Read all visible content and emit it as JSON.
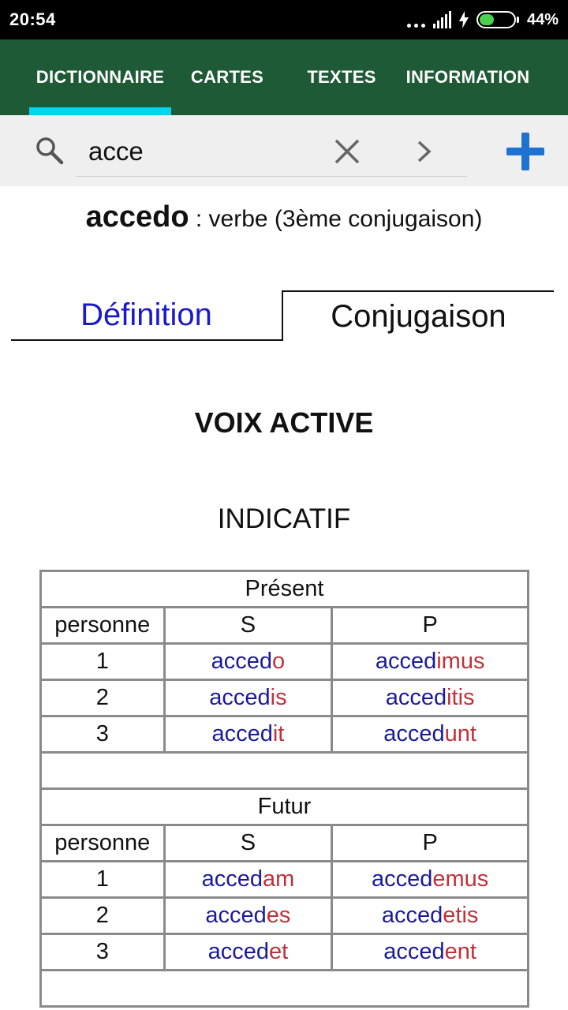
{
  "status_bar": {
    "time": "20:54",
    "battery": "44%",
    "battery_level": 0.44
  },
  "tabs": [
    {
      "label": "DICTIONNAIRE",
      "active": true
    },
    {
      "label": "CARTES"
    },
    {
      "label": "TEXTES"
    },
    {
      "label": "INFORMATION"
    }
  ],
  "colors": {
    "appbar": "#1e5a35",
    "indicator": "#00d5f0",
    "add": "#1e73d2",
    "stem": "#1b1b9a",
    "ending": "#c0313a",
    "tab_link": "#1a1acb"
  },
  "search": {
    "value": "acce"
  },
  "entry": {
    "word": "accedo",
    "info": " : verbe (3ème conjugaison)"
  },
  "content_tabs": {
    "definition": "Définition",
    "conjugaison": "Conjugaison"
  },
  "voice": "VOIX ACTIVE",
  "mood": "INDICATIF",
  "tenses": [
    {
      "name": "Présent",
      "headers": [
        "personne",
        "S",
        "P"
      ],
      "rows": [
        {
          "person": "1",
          "s_stem": "acced",
          "s_end": "o",
          "p_stem": "acced",
          "p_end": "imus"
        },
        {
          "person": "2",
          "s_stem": "acced",
          "s_end": "is",
          "p_stem": "acced",
          "p_end": "itis"
        },
        {
          "person": "3",
          "s_stem": "acced",
          "s_end": "it",
          "p_stem": "acced",
          "p_end": "unt"
        }
      ]
    },
    {
      "name": "Futur",
      "headers": [
        "personne",
        "S",
        "P"
      ],
      "rows": [
        {
          "person": "1",
          "s_stem": "acced",
          "s_end": "am",
          "p_stem": "acced",
          "p_end": "emus"
        },
        {
          "person": "2",
          "s_stem": "acced",
          "s_end": "es",
          "p_stem": "acced",
          "p_end": "etis"
        },
        {
          "person": "3",
          "s_stem": "acced",
          "s_end": "et",
          "p_stem": "acced",
          "p_end": "ent"
        }
      ]
    }
  ]
}
